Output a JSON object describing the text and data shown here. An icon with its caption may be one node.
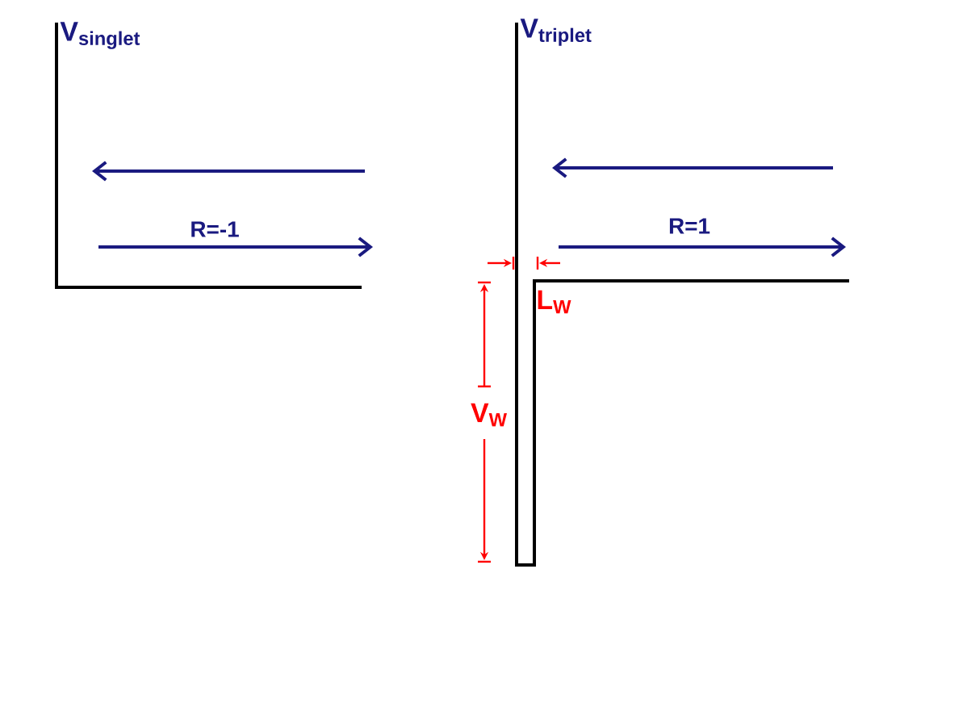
{
  "diagram": {
    "labels": [
      "V$_{singlet}$",
      "V$_{triplet}$",
      "R=-1",
      "R=1",
      "L$_{W}$",
      "V$_{W}$"
    ]
  }
}
